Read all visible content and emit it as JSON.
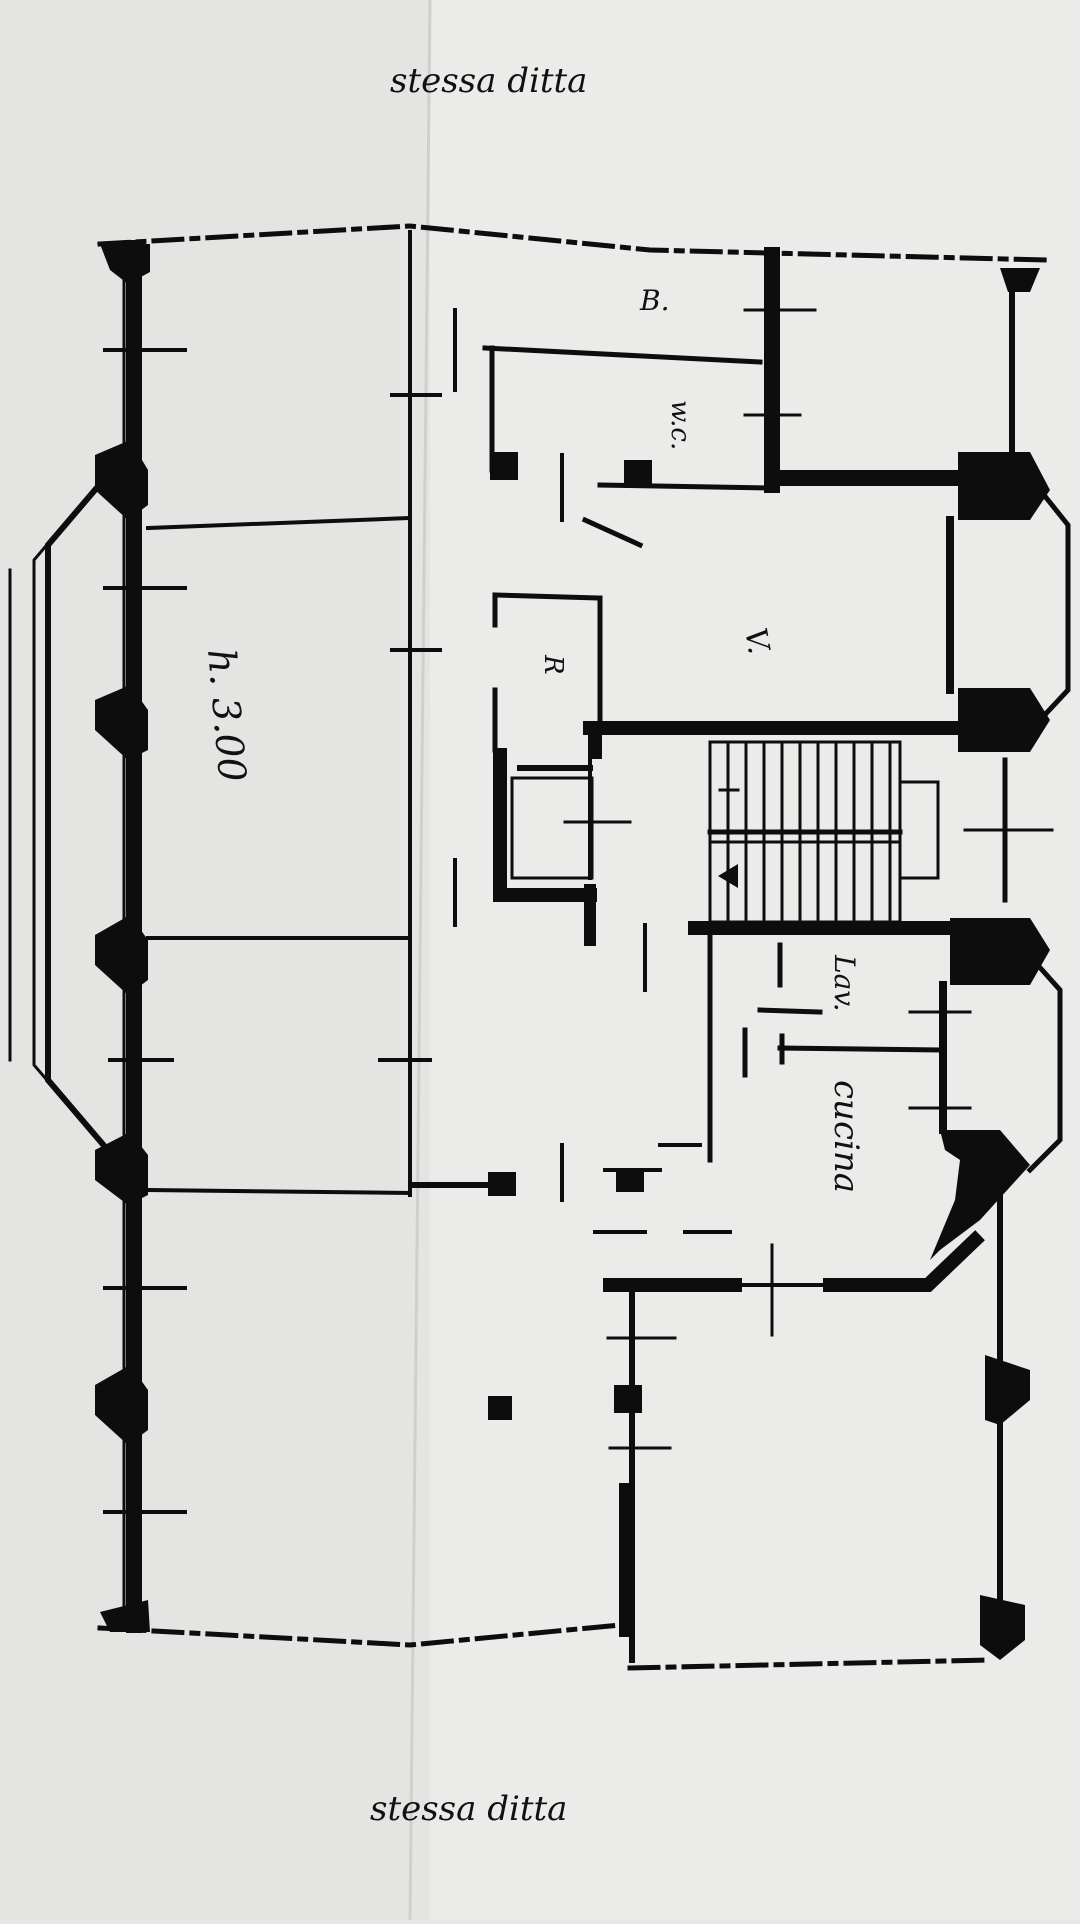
{
  "header_note": "stessa ditta",
  "footer_note": "stessa ditta",
  "rooms": {
    "bath_b": "B.",
    "wc": "w.c.",
    "closet_r": "R",
    "vestibule_v": "V.",
    "height": "h. 3.00",
    "laundry": "Lav.",
    "kitchen": "cucina"
  },
  "colors": {
    "paper": "#f2f2f0",
    "ink": "#0d0d0d",
    "shadow": "#d4d4d2"
  }
}
